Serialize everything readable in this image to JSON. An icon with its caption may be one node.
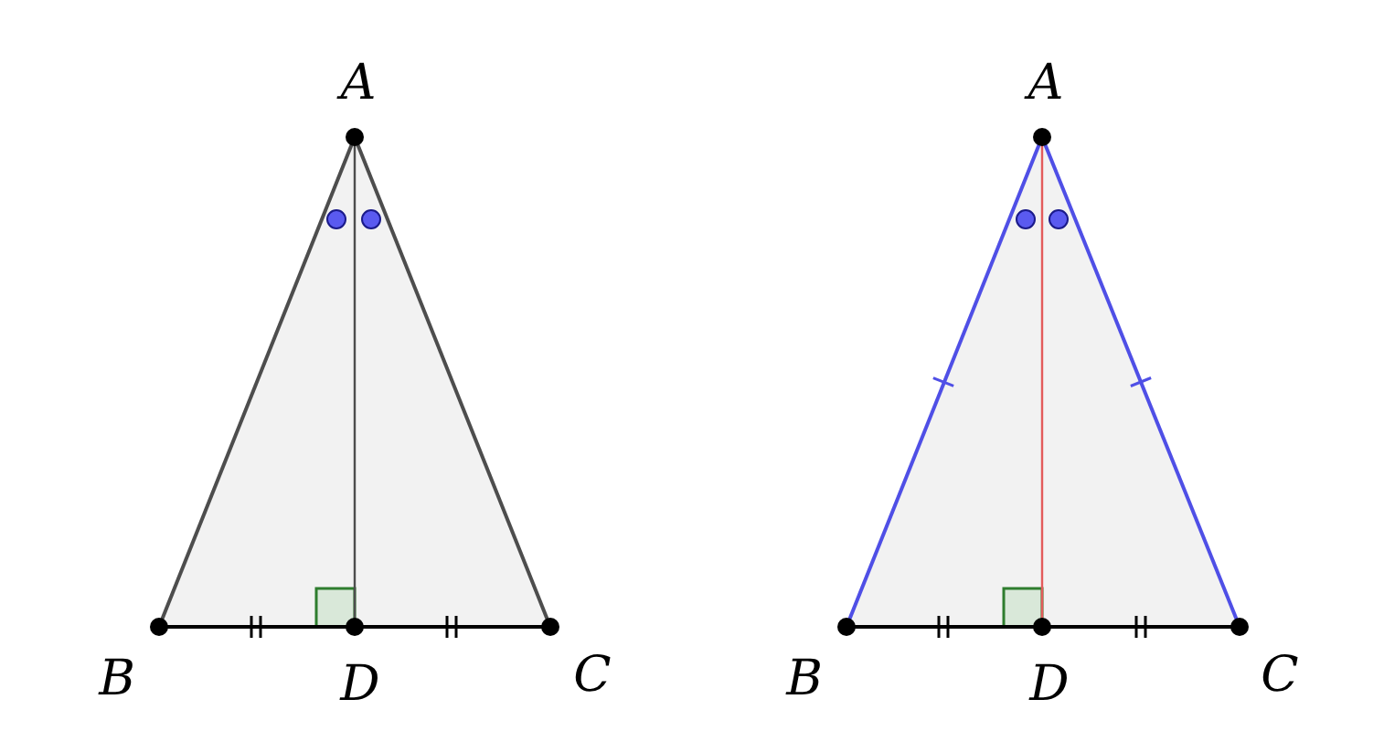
{
  "diagram": {
    "nodes": [
      {
        "text": [
          "A"
        ]
      },
      {
        "text": [
          "B"
        ]
      },
      {
        "text": [
          "D"
        ]
      },
      {
        "text": [
          "C"
        ]
      },
      {
        "text": [
          "A"
        ]
      },
      {
        "text": [
          "B"
        ]
      },
      {
        "text": [
          "D"
        ]
      },
      {
        "text": [
          "C"
        ]
      }
    ],
    "edges": [
      {
        "from": 0,
        "to": 1,
        "arrow": "none",
        "color": "#4d4d4d"
      },
      {
        "from": 0,
        "to": 3,
        "arrow": "none",
        "color": "#4d4d4d"
      },
      {
        "from": 1,
        "to": 2,
        "arrow": "none"
      },
      {
        "from": 2,
        "to": 3,
        "arrow": "none"
      },
      {
        "from": 0,
        "to": 2,
        "arrow": "none",
        "color": "#4d4d4d"
      },
      {
        "from": 4,
        "to": 5,
        "arrow": "none",
        "color": "#4f4fe6"
      },
      {
        "from": 4,
        "to": 7,
        "arrow": "none",
        "color": "#4f4fe6"
      },
      {
        "from": 5,
        "to": 6,
        "arrow": "none"
      },
      {
        "from": 6,
        "to": 7,
        "arrow": "none"
      },
      {
        "from": 4,
        "to": 6,
        "arrow": "none",
        "color": "#e35b5b"
      }
    ]
  }
}
